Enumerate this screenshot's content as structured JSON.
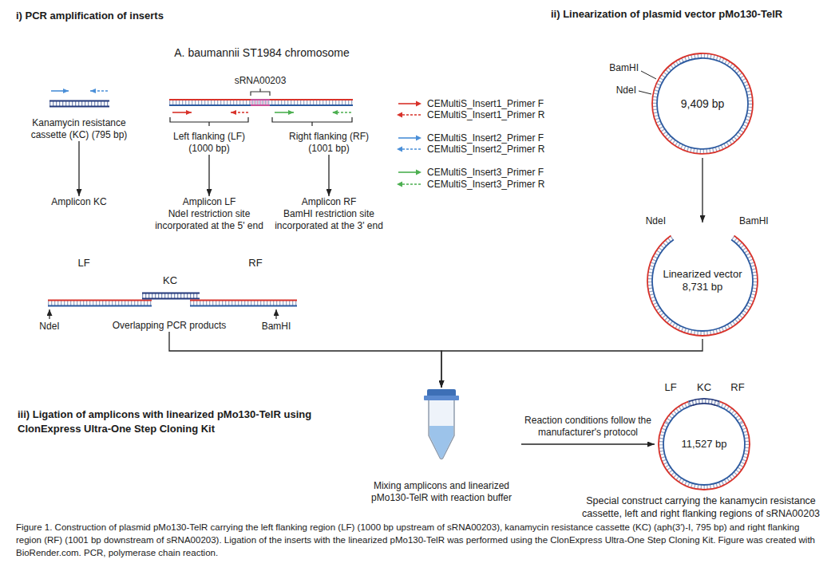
{
  "diagram": {
    "caption": "Figure 1. Construction of plasmid pMo130-TelR carrying the left flanking region (LF) (1000 bp upstream of sRNA00203), kanamycin resistance cassette (KC) (aph(3′)-I, 795 bp) and right flanking region (RF) (1001 bp downstream of sRNA00203). Ligation of the inserts with the linearized pMo130-TelR was performed using the ClonExpress Ultra-One Step Cloning Kit. Figure was created with BioRender.com. PCR, polymerase chain reaction.",
    "nodes": [
      {
        "text": [
          "Kanamycin resistance cassette (KC) (795 bp)"
        ]
      },
      {
        "text": [
          "Left flanking (LF) (1000 bp)"
        ]
      },
      {
        "text": [
          "Right flanking (RF) (1001 bp)"
        ]
      },
      {
        "text": [
          "Amplicon KC"
        ]
      },
      {
        "text": [
          "Amplicon LF",
          "NdeI restriction site incorporated at the 5' end"
        ]
      },
      {
        "text": [
          "Amplicon RF",
          "BamHI restriction site incorporated at the 3' end"
        ]
      },
      {
        "text": [
          "Overlapping PCR products"
        ]
      },
      {
        "text": [
          "9,409 bp"
        ]
      },
      {
        "text": [
          "Linearized vector",
          "8,731 bp"
        ]
      },
      {
        "text": [
          "Mixing amplicons and linearized pMo130-TelR with reaction buffer"
        ]
      },
      {
        "text": [
          "11,527 bp"
        ]
      }
    ],
    "edges": [
      {
        "from": 0,
        "to": 3,
        "arrow": "to"
      },
      {
        "from": 1,
        "to": 4,
        "arrow": "to"
      },
      {
        "from": 2,
        "to": 5,
        "arrow": "to"
      },
      {
        "from": 7,
        "to": 8,
        "arrow": "to"
      },
      {
        "from": 6,
        "to": 9,
        "arrow": "to"
      },
      {
        "from": 8,
        "to": 9,
        "arrow": "to"
      },
      {
        "from": 9,
        "to": 10,
        "label": "Reaction conditions follow the manufacturer's protocol",
        "arrow": "to"
      }
    ],
    "labels": [
      "i) PCR amplification of inserts",
      "A. baumannii ST1984 chromosome",
      "sRNA00203",
      "ii) Linearization of plasmid vector pMo130-TelR",
      "BamHI",
      "NdeI",
      "LF",
      "KC",
      "RF",
      "NdeI",
      "BamHI",
      "NdeI",
      "BamHI",
      "iii) Ligation of amplicons with linearized pMo130-TelR using ClonExpress Ultra-One Step Cloning Kit",
      "LF",
      "KC",
      "RF",
      "Special construct carrying the kanamycin resistance cassette, left and right flanking regions of sRNA00203"
    ],
    "legend": [
      {
        "text": "CEMultiS_Insert1_Primer F"
      },
      {
        "text": "CEMultiS_Insert1_Primer R"
      },
      {
        "text": "CEMultiS_Insert2_Primer F"
      },
      {
        "text": "CEMultiS_Insert2_Primer R"
      },
      {
        "text": "CEMultiS_Insert3_Primer F"
      },
      {
        "text": "CEMultiS_Insert3_Primer R"
      }
    ]
  }
}
